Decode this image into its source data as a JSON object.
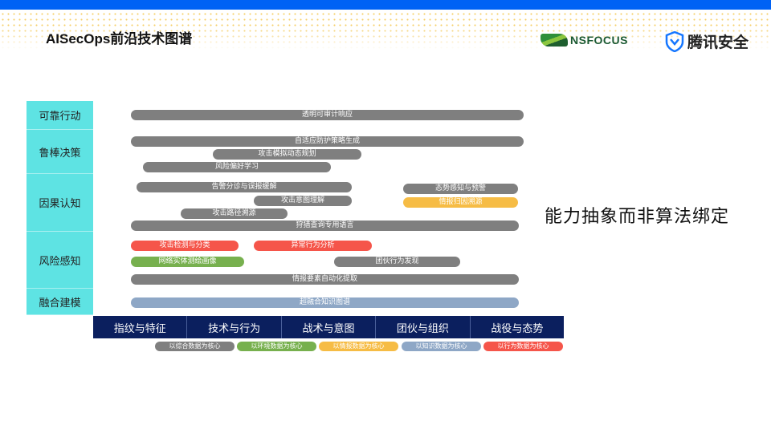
{
  "header": {
    "title": "AISecOps前沿技术图谱",
    "logo_nsfocus": "NSFOCUS",
    "logo_tencent": "腾讯安全"
  },
  "colors": {
    "topbar": "#0062f5",
    "sidebar": "#5ee3e3",
    "axis": "#0b1f5e",
    "gray": "#7f7f7f",
    "yellow": "#f6bc45",
    "red": "#f5554a",
    "green": "#77b04e",
    "blue": "#8ea7c6"
  },
  "sidebar": [
    "可靠行动",
    "鲁棒决策",
    "因果认知",
    "风险感知",
    "融合建模"
  ],
  "capabilities": [
    "透明可审计响应",
    "自适应防护策略生成",
    "攻击模拟动态规划",
    "风险偏好学习",
    "告警分诊与误报缓解",
    "攻击意图理解",
    "攻击路径溯源",
    "狩猎查询专用语言",
    "态势感知与预警",
    "情报归因溯源",
    "攻击检测与分类",
    "异常行为分析",
    "网络实体测绘画像",
    "团伙行为发现",
    "情报要素自动化提取",
    "超融合知识图谱"
  ],
  "axis": [
    "指纹与特征",
    "技术与行为",
    "战术与意图",
    "团伙与组织",
    "战役与态势"
  ],
  "data_labels": [
    "以综合数据为核心",
    "以环境数据为核心",
    "以情报数据为核心",
    "以知识数据为核心",
    "以行为数据为核心"
  ],
  "note": "能力抽象而非算法绑定"
}
